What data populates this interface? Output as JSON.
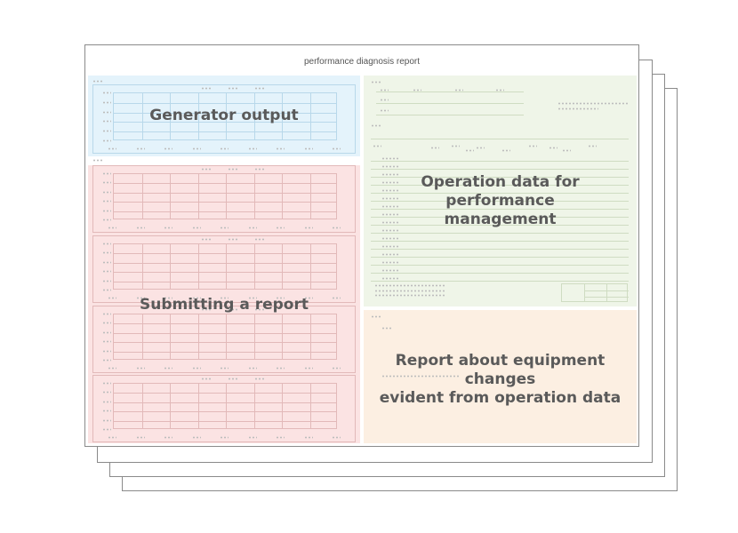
{
  "report": {
    "title": "performance diagnosis report"
  },
  "zones": {
    "generator_output": {
      "label": "Generator output",
      "color": "#e4f3fb",
      "line": "#b8d8ea"
    },
    "submitting_report": {
      "label": "Submitting a report",
      "color": "#fbe3e3",
      "line": "#e2b9b9"
    },
    "operation_data": {
      "label": "Operation data for\nperformance\nmanagement",
      "color": "#eff5e8",
      "line": "#cfdcc2"
    },
    "equipment_changes": {
      "label": "Report about equipment\nchanges\nevident from operation data",
      "color": "#fcefe2"
    }
  }
}
